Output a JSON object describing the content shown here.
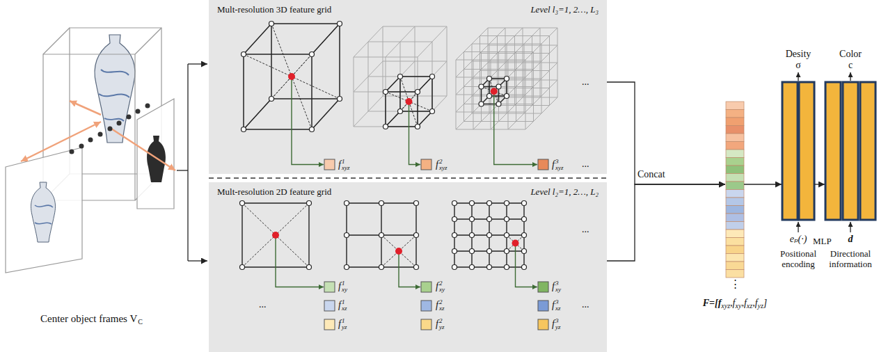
{
  "diagram": {
    "nodes": [
      {
        "text": [
          "Mult-resolution 3D feature grid",
          "Level l₃=1, 2…, L₃"
        ]
      },
      {
        "text": [
          "Mult-resolution 2D feature grid",
          "Level l₂=1, 2…, L₂"
        ]
      },
      {
        "text": [
          "F=[f",
          "xyz",
          ",f",
          "xy",
          ",f",
          "xz",
          ",f",
          "yz",
          "]"
        ]
      },
      {
        "text": [
          "Desity σ"
        ]
      },
      {
        "text": [
          "Color c"
        ]
      }
    ],
    "edges": [
      {
        "from": 0,
        "to": 2,
        "arrow": "to"
      },
      {
        "from": 1,
        "to": 2,
        "arrow": "to"
      },
      {
        "from": 2,
        "to": 3,
        "arrow": "to"
      },
      {
        "from": 3,
        "to": 4,
        "arrow": "to"
      }
    ],
    "labels": [
      "Center object frames V",
      "C",
      "Concat",
      "⋮",
      "eₚ(·)",
      "Positional encoding",
      "MLP",
      "d",
      "Directional information",
      "...",
      "...",
      "...",
      "...",
      "...",
      "f",
      "1",
      "xyz",
      "f",
      "2",
      "xyz",
      "f",
      "3",
      "xyz",
      "f",
      "1",
      "xy",
      "f",
      "1",
      "xz",
      "f",
      "1",
      "yz",
      "f",
      "2",
      "xy",
      "f",
      "2",
      "xz",
      "f",
      "2",
      "yz",
      "f",
      "3",
      "xy",
      "f",
      "3",
      "xz",
      "f",
      "3",
      "yz"
    ]
  }
}
